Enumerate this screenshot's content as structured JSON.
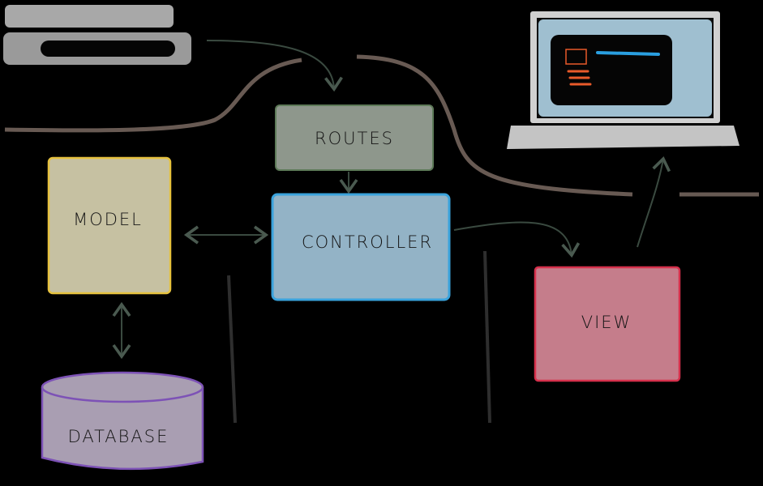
{
  "nodes": {
    "routes": {
      "label": "ROUTES",
      "fill": "#8e978c",
      "stroke": "#5d7a58"
    },
    "controller": {
      "label": "CONTROLLER",
      "fill": "#93b3c6",
      "stroke": "#3aa3dc"
    },
    "model": {
      "label": "MODEL",
      "fill": "#c6c1a2",
      "stroke": "#e6c23e"
    },
    "view": {
      "label": "VIEW",
      "fill": "#c57d8b",
      "stroke": "#d6304c"
    },
    "database": {
      "label": "DATABASE",
      "fill": "#a99eb2",
      "stroke": "#7d52b6"
    }
  },
  "icons": [
    "browser-address-bar-icon",
    "laptop-icon"
  ],
  "colors": {
    "background": "#000000",
    "request_curve": "#7a6a62",
    "arrow": "#3a4a40",
    "laptop_screen": "#9fbfd0",
    "laptop_body": "#c4c4c4",
    "ui_accent_orange": "#e85a2a",
    "ui_accent_blue": "#2a9fe0"
  }
}
